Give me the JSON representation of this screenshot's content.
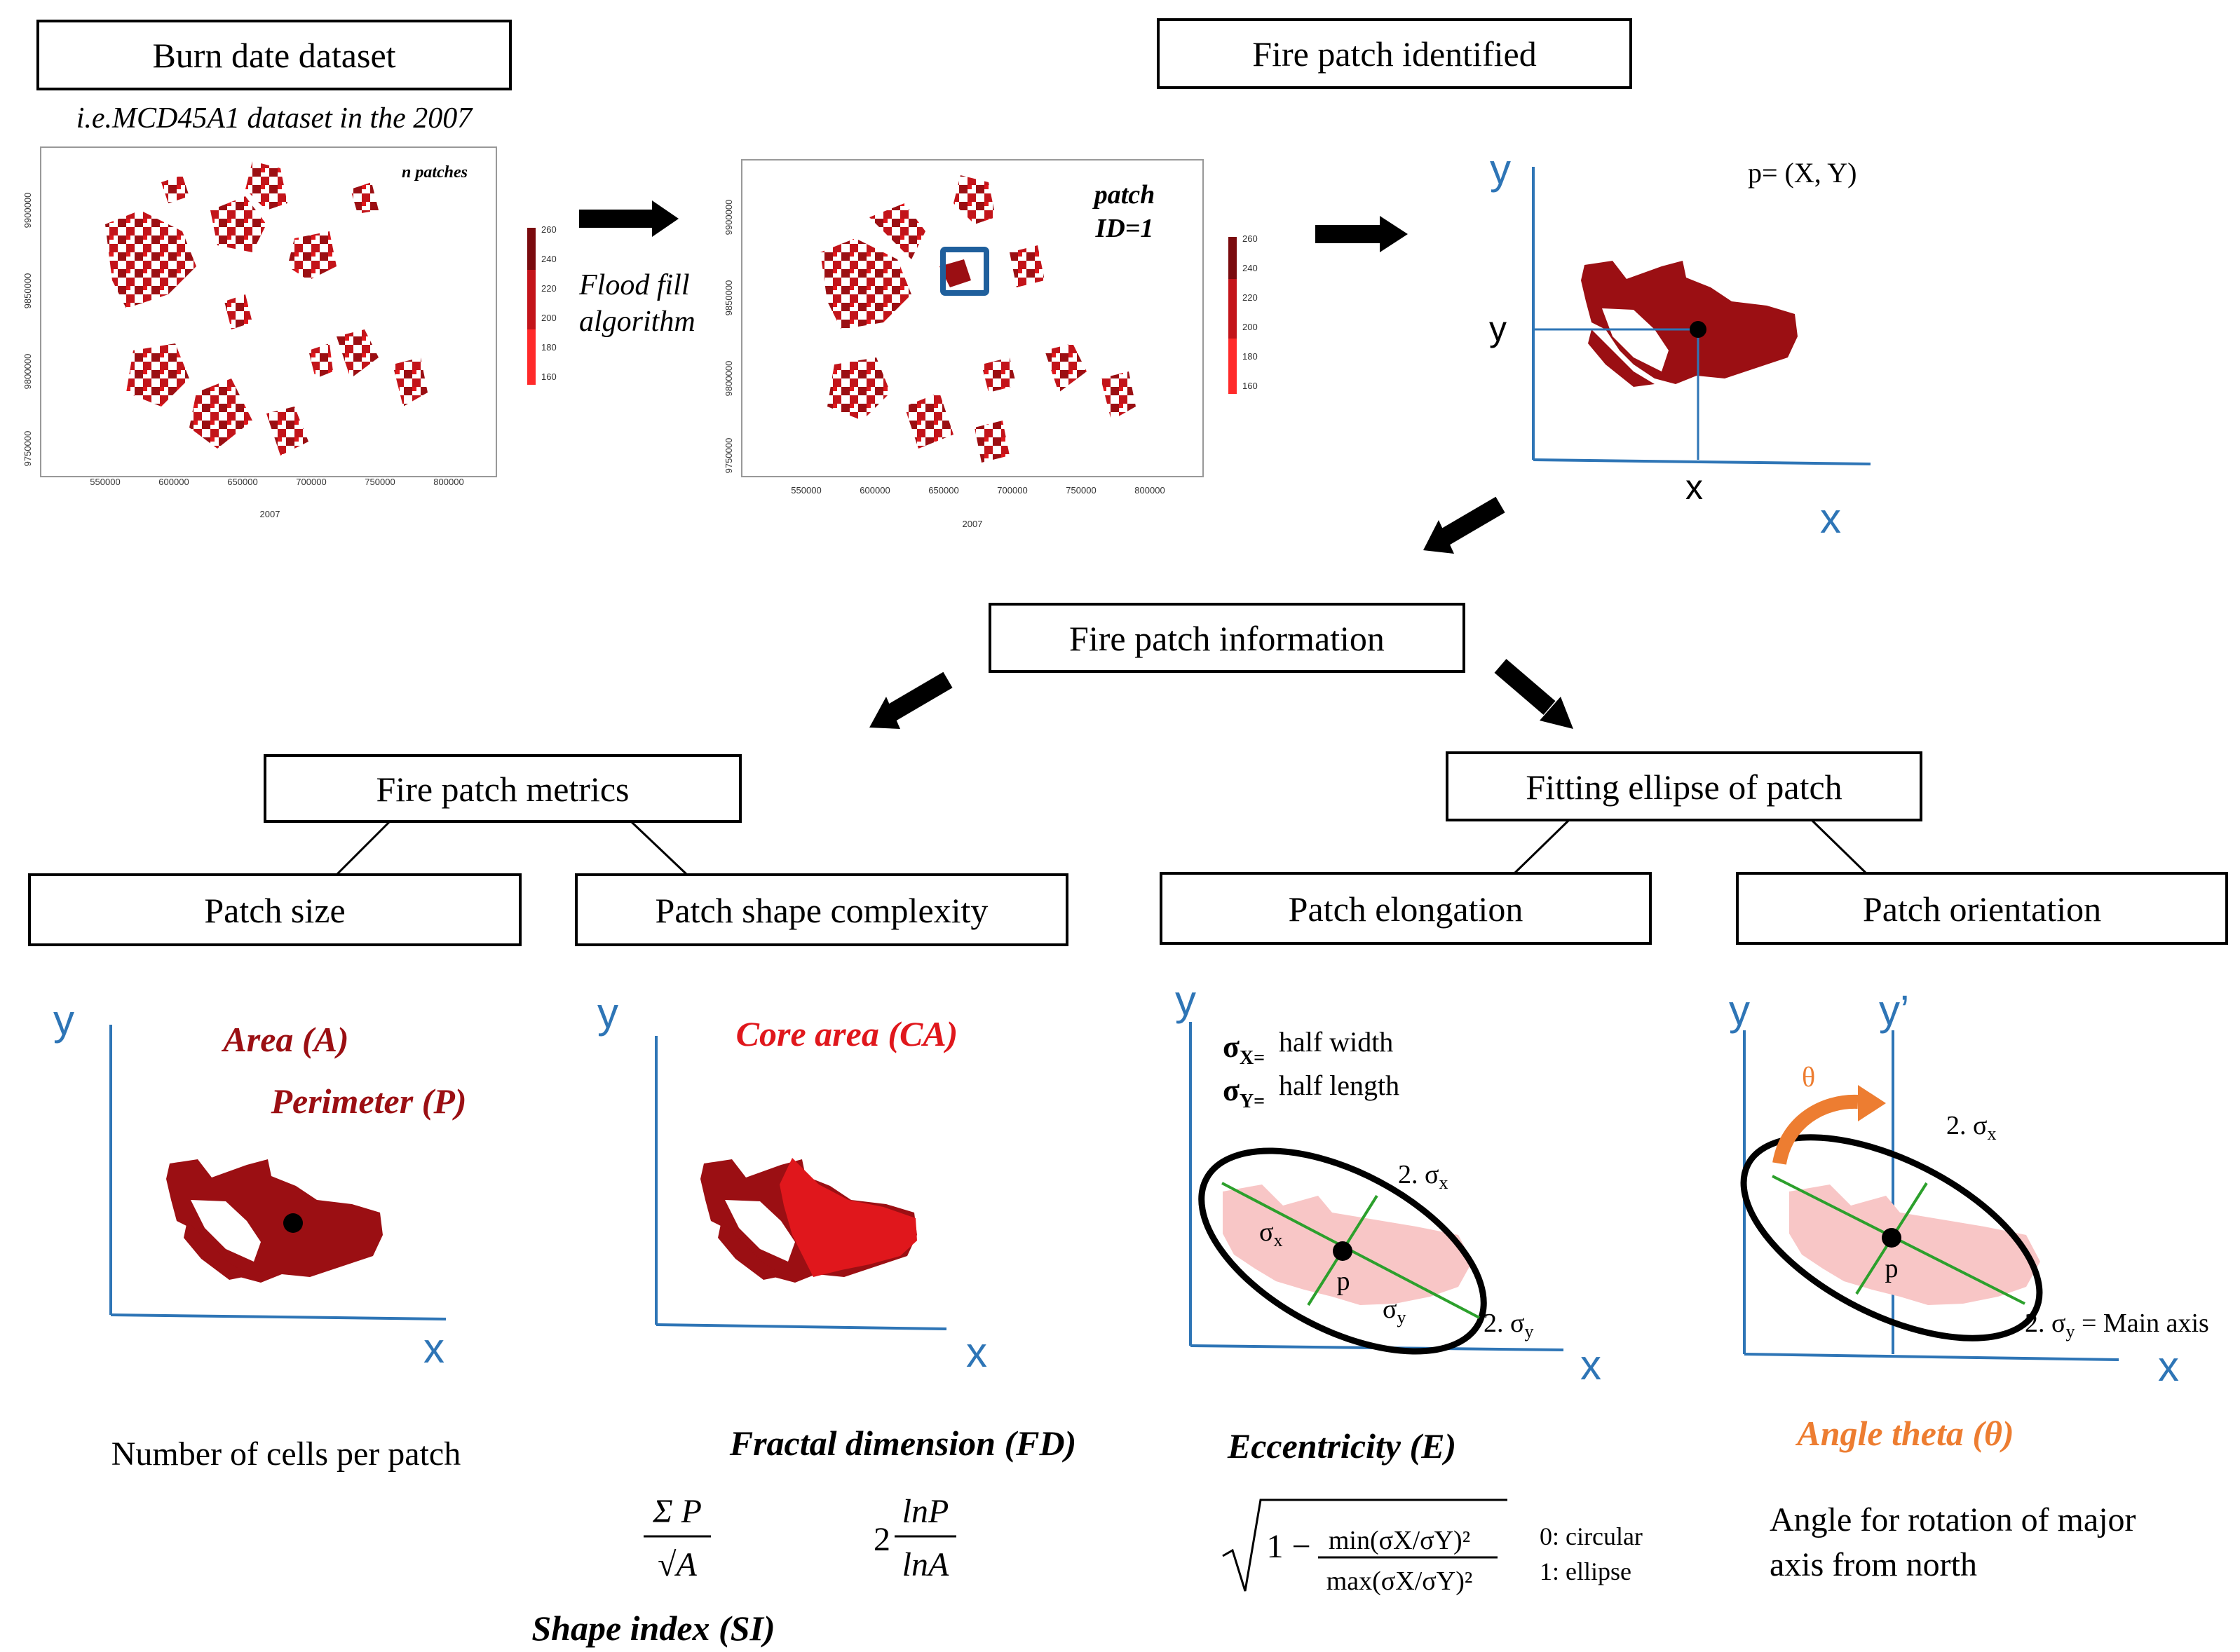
{
  "boxes": {
    "burn_date": "Burn date dataset",
    "fire_patch_identified": "Fire patch identified",
    "fire_patch_information": "Fire patch information",
    "fire_patch_metrics": "Fire patch metrics",
    "fitting_ellipse": "Fitting ellipse of patch",
    "patch_size": "Patch size",
    "patch_shape": "Patch shape complexity",
    "patch_elongation": "Patch elongation",
    "patch_orientation": "Patch orientation"
  },
  "dataset_caption": "i.e.MCD45A1 dataset in the 2007",
  "flood_fill": [
    "Flood fill",
    "algorithm"
  ],
  "map1": {
    "label": "n patches",
    "x_ticks": [
      "550000",
      "600000",
      "650000",
      "700000",
      "750000",
      "800000"
    ],
    "y_ticks": [
      "9900000",
      "9850000",
      "9800000",
      "9750000"
    ],
    "xlabel": "2007",
    "legend": [
      "260",
      "240",
      "220",
      "200",
      "180",
      "160"
    ]
  },
  "map2": {
    "label": [
      "patch",
      "ID=1"
    ],
    "x_ticks": [
      "550000",
      "600000",
      "650000",
      "700000",
      "750000",
      "800000"
    ],
    "y_ticks": [
      "9900000",
      "9850000",
      "9800000",
      "9750000"
    ],
    "xlabel": "2007",
    "legend": [
      "260",
      "240",
      "220",
      "200",
      "180",
      "160"
    ]
  },
  "identified": {
    "point": "p= (X, Y)",
    "y": "y",
    "x": "x",
    "axis_y": "y",
    "axis_x": "x"
  },
  "size_panel": {
    "axis_y": "y",
    "axis_x": "x",
    "area": "Area (A)",
    "perimeter": "Perimeter (P)",
    "caption": "Number of cells per patch"
  },
  "shape_panel": {
    "axis_y": "y",
    "axis_x": "x",
    "core": "Core area (CA)",
    "fd_title": "Fractal dimension (FD)",
    "si_num": "Σ P",
    "si_den": "√A",
    "fd_coef": "2",
    "fd_num": "lnP",
    "fd_den": "lnA",
    "si_title": "Shape index (SI)"
  },
  "elong_panel": {
    "axis_y": "y",
    "axis_x": "x",
    "sx_def": "half width",
    "sy_def": "half length",
    "two_sx": "2. σ",
    "two_sy": "2. σ",
    "sx": "σ",
    "sy": "σ",
    "p": "p",
    "ecc_title": "Eccentricity (E)",
    "formula_one": "1 −",
    "formula_num": "min(σX/σY)²",
    "formula_den": "max(σX/σY)²",
    "legend0": "0: circular",
    "legend1": "1: ellipse"
  },
  "orient_panel": {
    "axis_y": "y",
    "axis_yp": "y’",
    "axis_x": "x",
    "theta": "θ",
    "two_sx": "2. σ",
    "main_axis": "2. σ",
    "main_axis_suffix": "= Main axis",
    "p": "p",
    "angle_title": "Angle theta (θ)",
    "caption": [
      "Angle for rotation of major",
      "axis from north"
    ]
  },
  "colors": {
    "dark_red": "#9b0f13",
    "red": "#e0171c",
    "blue": "#2e75b6",
    "orange": "#ed7d31",
    "green": "#2ca02c",
    "pink": "#f8c6c6"
  }
}
